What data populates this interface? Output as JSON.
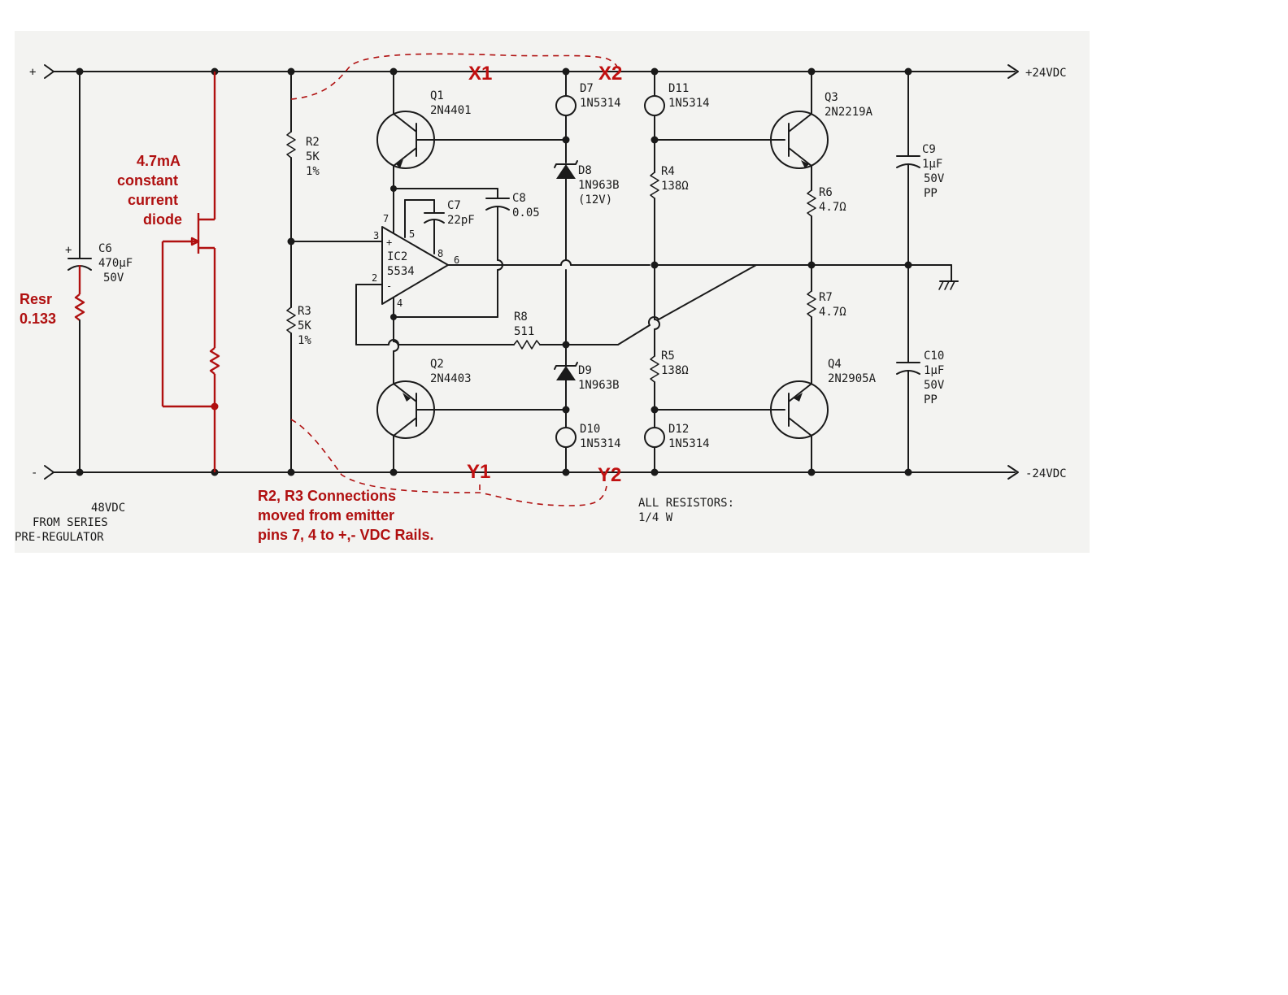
{
  "rails": {
    "plus_in": "+",
    "minus_in": "-",
    "plus_out": "+24VDC",
    "minus_out": "-24VDC"
  },
  "source_note": [
    "48VDC",
    "FROM SERIES",
    "PRE-REGULATOR"
  ],
  "resistor_note": [
    "ALL RESISTORS:",
    "1/4 W"
  ],
  "annotations": {
    "ccd": [
      "4.7mA",
      "constant",
      "current",
      "diode"
    ],
    "resr": [
      "Resr",
      "0.133"
    ],
    "moved": [
      "R2, R3 Connections",
      "moved from emitter",
      "pins 7, 4 to +,- VDC Rails."
    ],
    "x1": "X1",
    "x2": "X2",
    "y1": "Y1",
    "y2": "Y2"
  },
  "components": {
    "c6": [
      "C6",
      "470µF",
      "50V"
    ],
    "c6_plus": "+",
    "r2": [
      "R2",
      "5K",
      "1%"
    ],
    "r3": [
      "R3",
      "5K",
      "1%"
    ],
    "q1": [
      "Q1",
      "2N4401"
    ],
    "q2": [
      "Q2",
      "2N4403"
    ],
    "c7": [
      "C7",
      "22pF"
    ],
    "c8": [
      "C8",
      "0.05"
    ],
    "ic2": [
      "IC2",
      "5534"
    ],
    "ic_pins": {
      "p3": "3",
      "p2": "2",
      "p7": "7",
      "p5": "5",
      "p8": "8",
      "p6": "6",
      "p4": "4",
      "plus": "+",
      "minus": "-"
    },
    "r8": [
      "R8",
      "511"
    ],
    "d7": [
      "D7",
      "1N5314"
    ],
    "d8": [
      "D8",
      "1N963B",
      "(12V)"
    ],
    "d9": [
      "D9",
      "1N963B"
    ],
    "d10": [
      "D10",
      "1N5314"
    ],
    "d11": [
      "D11",
      "1N5314"
    ],
    "d12": [
      "D12",
      "1N5314"
    ],
    "r4": [
      "R4",
      "138Ω"
    ],
    "r5": [
      "R5",
      "138Ω"
    ],
    "q3": [
      "Q3",
      "2N2219A"
    ],
    "q4": [
      "Q4",
      "2N2905A"
    ],
    "r6": [
      "R6",
      "4.7Ω"
    ],
    "r7": [
      "R7",
      "4.7Ω"
    ],
    "c9": [
      "C9",
      "1µF",
      "50V",
      "PP"
    ],
    "c10": [
      "C10",
      "1µF",
      "50V",
      "PP"
    ]
  }
}
